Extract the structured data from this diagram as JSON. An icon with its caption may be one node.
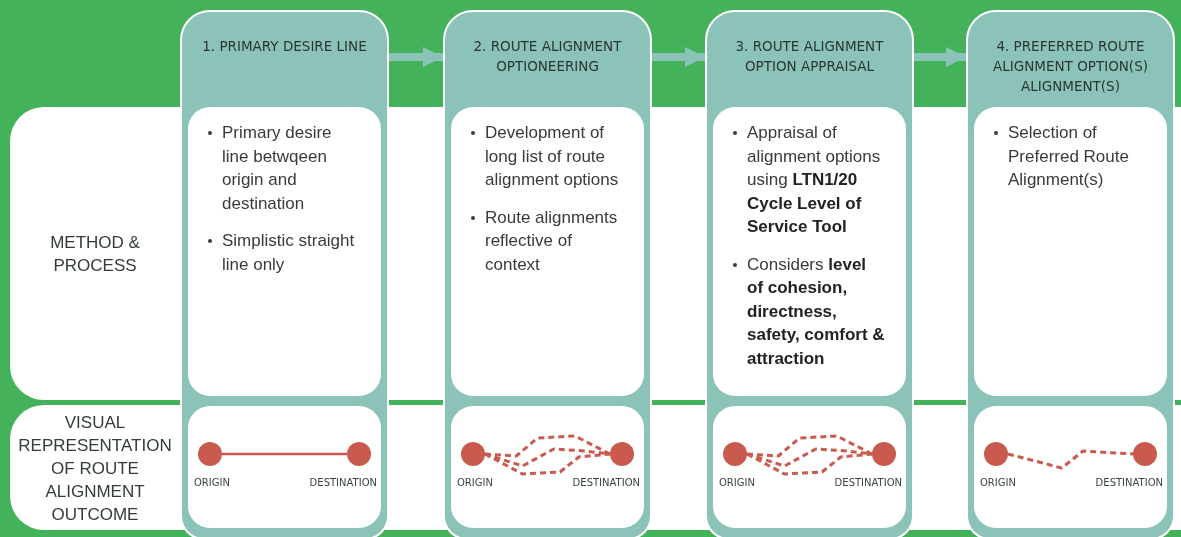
{
  "diagram": {
    "nodes": [
      {
        "text": [
          "METHOD & PROCESS"
        ]
      },
      {
        "text": [
          "VISUAL REPRESENTATION OF ROUTE ALIGNMENT OUTCOME"
        ]
      },
      {
        "text": [
          "1. PRIMARY DESIRE LINE"
        ]
      },
      {
        "text": [
          "Primary desire line betwqeen origin and destination",
          "Simplistic straight line only"
        ],
        "in": 2
      },
      {
        "text": [],
        "shape": "box",
        "in": 2
      },
      {
        "text": [],
        "shape": "circle",
        "in": 4
      },
      {
        "text": [],
        "shape": "circle",
        "in": 4
      },
      {
        "text": [
          "2. ROUTE ALIGNMENT OPTIONEERING"
        ]
      },
      {
        "text": [
          "Development of long list of route alignment options",
          "Route alignments reflective of context"
        ],
        "in": 7
      },
      {
        "text": [],
        "shape": "box",
        "in": 7
      },
      {
        "text": [],
        "shape": "circle",
        "in": 9
      },
      {
        "text": [],
        "shape": "circle",
        "in": 9
      },
      {
        "text": [
          "3. ROUTE ALIGNMENT OPTION APPRAISAL"
        ]
      },
      {
        "text": [
          "Appraisal of alignment options using **LTN1/20 Cycle Level of Service Tool**",
          "Considers **level of cohesion, directness, safety, comfort & attraction**"
        ],
        "in": 12
      },
      {
        "text": [],
        "shape": "box",
        "in": 12
      },
      {
        "text": [],
        "shape": "circle",
        "in": 14
      },
      {
        "text": [],
        "shape": "circle",
        "in": 14
      },
      {
        "text": [
          "4. PREFERRED ROUTE ALIGNMENT OPTION(S) ALIGNMENT(S)"
        ]
      },
      {
        "text": [
          "Selection of Preferred Route Alignment(s)"
        ],
        "in": 17
      },
      {
        "text": [],
        "shape": "box",
        "in": 17
      },
      {
        "text": [],
        "shape": "circle",
        "in": 19
      },
      {
        "text": [],
        "shape": "circle",
        "in": 19
      }
    ],
    "labels": [
      "ORIGIN",
      "DESTINATION",
      "ORIGIN",
      "DESTINATION",
      "ORIGIN",
      "DESTINATION",
      "ORIGIN",
      "DESTINATION"
    ],
    "edges": [
      {
        "from": 2,
        "to": 7,
        "arrow": "to",
        "style": "thick",
        "color": "#8bc3b9"
      },
      {
        "from": 7,
        "to": 12,
        "arrow": "to",
        "style": "thick",
        "color": "#8bc3b9"
      },
      {
        "from": 12,
        "to": 17,
        "arrow": "to",
        "style": "thick",
        "color": "#8bc3b9"
      },
      {
        "from": 5,
        "to": 6,
        "arrow": "none"
      },
      {
        "from": 10,
        "to": 11,
        "arrow": "none",
        "style": "dashed"
      },
      {
        "from": 10,
        "to": 11,
        "arrow": "none",
        "style": "dashed"
      },
      {
        "from": 10,
        "to": 11,
        "arrow": "none",
        "style": "dashed"
      },
      {
        "from": 15,
        "to": 16,
        "arrow": "none",
        "style": "dashed"
      },
      {
        "from": 15,
        "to": 16,
        "arrow": "none",
        "style": "dashed"
      },
      {
        "from": 15,
        "to": 16,
        "arrow": "none",
        "style": "dashed"
      },
      {
        "from": 20,
        "to": 21,
        "arrow": "none",
        "style": "dashed"
      }
    ]
  }
}
